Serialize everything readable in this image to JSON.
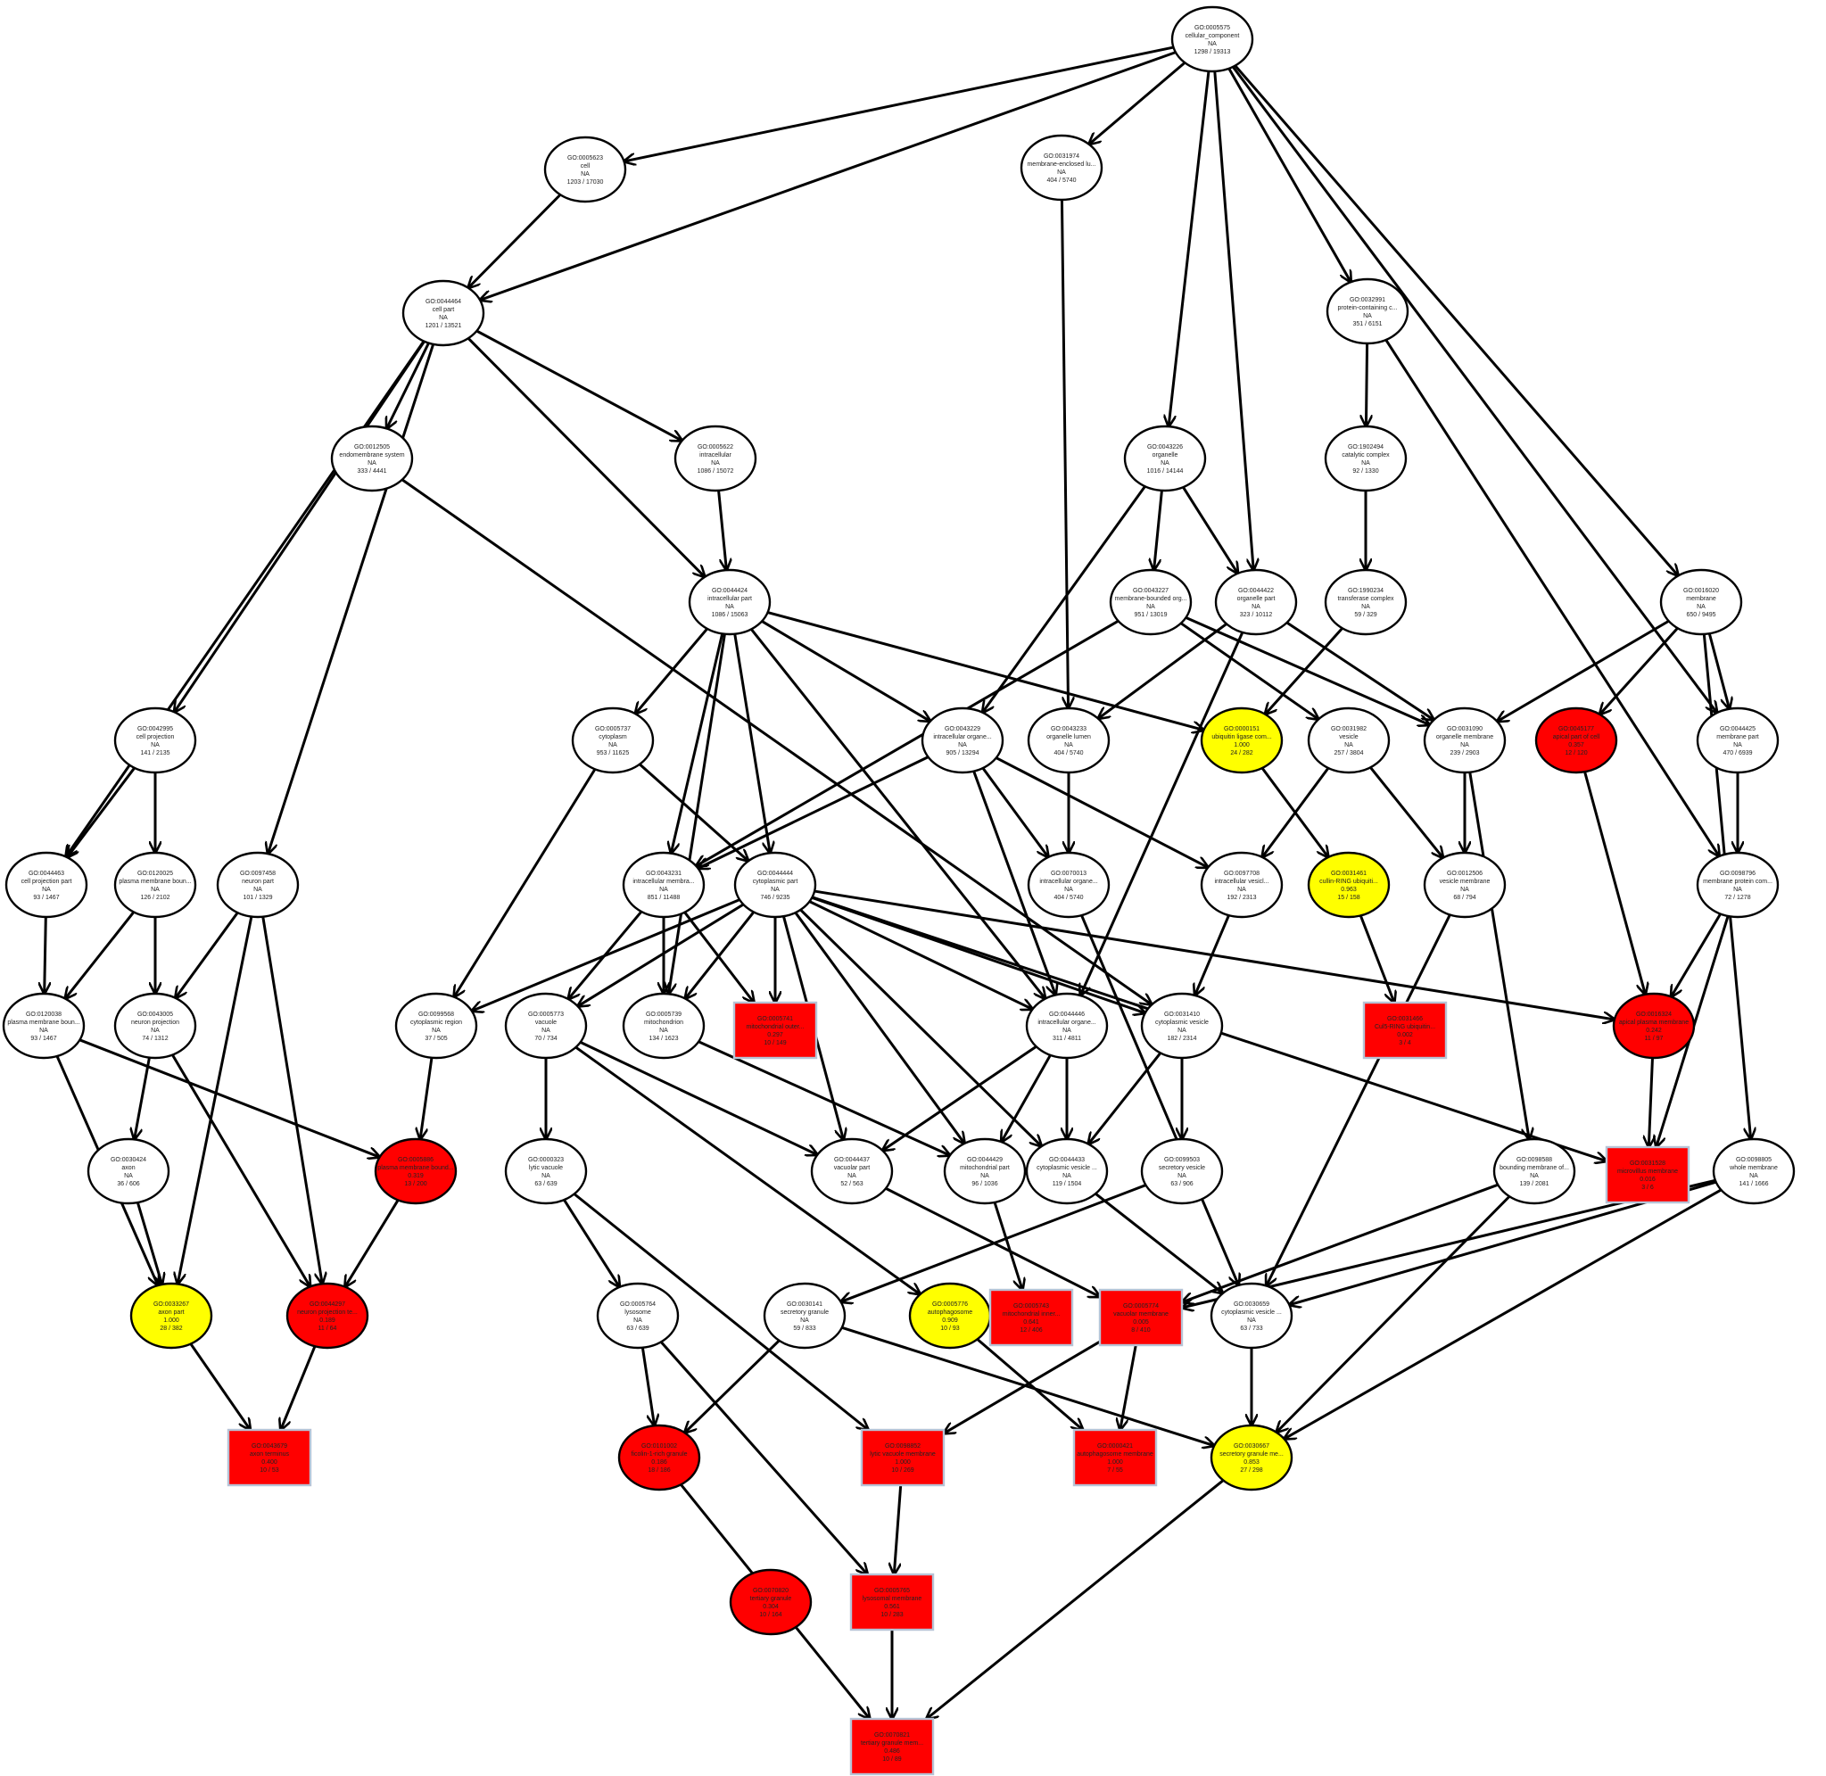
{
  "colors": {
    "white_node": "#ffffff",
    "yellow_node": "#ffff00",
    "red_node": "#ff0000",
    "edge": "#000000",
    "box_border": "#b7c3d6"
  },
  "nodes": [
    {
      "id": "n0005575",
      "shape": "ellipse",
      "color": "white",
      "lines": [
        "GO:0005575",
        "cellular_component",
        "NA",
        "1298 / 19313"
      ]
    },
    {
      "id": "n0005623",
      "shape": "ellipse",
      "color": "white",
      "lines": [
        "GO:0005623",
        "cell",
        "NA",
        "1203 / 17030"
      ]
    },
    {
      "id": "n0031974",
      "shape": "ellipse",
      "color": "white",
      "lines": [
        "GO:0031974",
        "membrane-enclosed lu...",
        "NA",
        "404 / 5740"
      ]
    },
    {
      "id": "n0044464",
      "shape": "ellipse",
      "color": "white",
      "lines": [
        "GO:0044464",
        "cell part",
        "NA",
        "1201 / 13521"
      ]
    },
    {
      "id": "n0032991",
      "shape": "ellipse",
      "color": "white",
      "lines": [
        "GO:0032991",
        "protein-containing c...",
        "NA",
        "351 / 6151"
      ]
    },
    {
      "id": "n0012505",
      "shape": "ellipse",
      "color": "white",
      "lines": [
        "GO:0012505",
        "endomembrane system",
        "NA",
        "333 / 4441"
      ]
    },
    {
      "id": "n0005622",
      "shape": "ellipse",
      "color": "white",
      "lines": [
        "GO:0005622",
        "intracellular",
        "NA",
        "1086 / 15072"
      ]
    },
    {
      "id": "n0043226",
      "shape": "ellipse",
      "color": "white",
      "lines": [
        "GO:0043226",
        "organelle",
        "NA",
        "1016 / 14144"
      ]
    },
    {
      "id": "n1902494",
      "shape": "ellipse",
      "color": "white",
      "lines": [
        "GO:1902494",
        "catalytic complex",
        "NA",
        "92 / 1330"
      ]
    },
    {
      "id": "n0044424",
      "shape": "ellipse",
      "color": "white",
      "lines": [
        "GO:0044424",
        "intracellular part",
        "NA",
        "1086 / 15063"
      ]
    },
    {
      "id": "n0043227",
      "shape": "ellipse",
      "color": "white",
      "lines": [
        "GO:0043227",
        "membrane-bounded org...",
        "NA",
        "951 / 13019"
      ]
    },
    {
      "id": "n0044422",
      "shape": "ellipse",
      "color": "white",
      "lines": [
        "GO:0044422",
        "organelle part",
        "NA",
        "323 / 10112"
      ]
    },
    {
      "id": "n1990234",
      "shape": "ellipse",
      "color": "white",
      "lines": [
        "GO:1990234",
        "transferase complex",
        "NA",
        "59 / 329"
      ]
    },
    {
      "id": "n0016020",
      "shape": "ellipse",
      "color": "white",
      "lines": [
        "GO:0016020",
        "membrane",
        "NA",
        "650 / 9495"
      ]
    },
    {
      "id": "n0042995",
      "shape": "ellipse",
      "color": "white",
      "lines": [
        "GO:0042995",
        "cell projection",
        "NA",
        "141 / 2135"
      ]
    },
    {
      "id": "n0005737",
      "shape": "ellipse",
      "color": "white",
      "lines": [
        "GO:0005737",
        "cytoplasm",
        "NA",
        "953 / 11625"
      ]
    },
    {
      "id": "n0043229",
      "shape": "ellipse",
      "color": "white",
      "lines": [
        "GO:0043229",
        "intracellular organe...",
        "NA",
        "905 / 13294"
      ]
    },
    {
      "id": "n0043233",
      "shape": "ellipse",
      "color": "white",
      "lines": [
        "GO:0043233",
        "organelle lumen",
        "NA",
        "404 / 5740"
      ]
    },
    {
      "id": "n0000151",
      "shape": "ellipse",
      "color": "yellow",
      "lines": [
        "GO:0000151",
        "ubiquitin ligase com...",
        "1.000",
        "24 / 282"
      ]
    },
    {
      "id": "n0031982",
      "shape": "ellipse",
      "color": "white",
      "lines": [
        "GO:0031982",
        "vesicle",
        "NA",
        "257 / 3804"
      ]
    },
    {
      "id": "n0031090",
      "shape": "ellipse",
      "color": "white",
      "lines": [
        "GO:0031090",
        "organelle membrane",
        "NA",
        "239 / 2903"
      ]
    },
    {
      "id": "n0045177",
      "shape": "ellipse",
      "color": "red",
      "lines": [
        "GO:0045177",
        "apical part of cell",
        "0.357",
        "12 / 120"
      ]
    },
    {
      "id": "n0044425",
      "shape": "ellipse",
      "color": "white",
      "lines": [
        "GO:0044425",
        "membrane part",
        "NA",
        "470 / 6939"
      ]
    },
    {
      "id": "n0044463",
      "shape": "ellipse",
      "color": "white",
      "lines": [
        "GO:0044463",
        "cell projection part",
        "NA",
        "93 / 1467"
      ]
    },
    {
      "id": "n0120025",
      "shape": "ellipse",
      "color": "white",
      "lines": [
        "GO:0120025",
        "plasma membrane boun...",
        "NA",
        "126 / 2102"
      ]
    },
    {
      "id": "n0097458",
      "shape": "ellipse",
      "color": "white",
      "lines": [
        "GO:0097458",
        "neuron part",
        "NA",
        "101 / 1329"
      ]
    },
    {
      "id": "n0043231",
      "shape": "ellipse",
      "color": "white",
      "lines": [
        "GO:0043231",
        "intracellular membra...",
        "NA",
        "851 / 11488"
      ]
    },
    {
      "id": "n0044444",
      "shape": "ellipse",
      "color": "white",
      "lines": [
        "GO:0044444",
        "cytoplasmic part",
        "NA",
        "746 / 9235"
      ]
    },
    {
      "id": "n0070013",
      "shape": "ellipse",
      "color": "white",
      "lines": [
        "GO:0070013",
        "intracellular organe...",
        "NA",
        "404 / 5740"
      ]
    },
    {
      "id": "n0097708",
      "shape": "ellipse",
      "color": "white",
      "lines": [
        "GO:0097708",
        "intracellular vesicl...",
        "NA",
        "192 / 2313"
      ]
    },
    {
      "id": "n0031461",
      "shape": "ellipse",
      "color": "yellow",
      "lines": [
        "GO:0031461",
        "cullin-RING ubiquiti...",
        "0.963",
        "15 / 158"
      ]
    },
    {
      "id": "n0012506",
      "shape": "ellipse",
      "color": "white",
      "lines": [
        "GO:0012506",
        "vesicle membrane",
        "NA",
        "68 / 794"
      ]
    },
    {
      "id": "n0098796",
      "shape": "ellipse",
      "color": "white",
      "lines": [
        "GO:0098796",
        "membrane protein com...",
        "NA",
        "72 / 1278"
      ]
    },
    {
      "id": "n0120038",
      "shape": "ellipse",
      "color": "white",
      "lines": [
        "GO:0120038",
        "plasma membrane boun...",
        "NA",
        "93 / 1467"
      ]
    },
    {
      "id": "n0043005",
      "shape": "ellipse",
      "color": "white",
      "lines": [
        "GO:0043005",
        "neuron projection",
        "NA",
        "74 / 1312"
      ]
    },
    {
      "id": "n0099568",
      "shape": "ellipse",
      "color": "white",
      "lines": [
        "GO:0099568",
        "cytoplasmic region",
        "NA",
        "37 / 505"
      ]
    },
    {
      "id": "n0005773",
      "shape": "ellipse",
      "color": "white",
      "lines": [
        "GO:0005773",
        "vacuole",
        "NA",
        "70 / 734"
      ]
    },
    {
      "id": "n0005739",
      "shape": "ellipse",
      "color": "white",
      "lines": [
        "GO:0005739",
        "mitochondrion",
        "NA",
        "134 / 1623"
      ]
    },
    {
      "id": "n0005741",
      "shape": "box",
      "color": "red",
      "lines": [
        "GO:0005741",
        "mitochondrial outer...",
        "0.297",
        "10 / 149"
      ]
    },
    {
      "id": "n0044446",
      "shape": "ellipse",
      "color": "white",
      "lines": [
        "GO:0044446",
        "intracellular organe...",
        "NA",
        "311 / 4811"
      ]
    },
    {
      "id": "n0031410",
      "shape": "ellipse",
      "color": "white",
      "lines": [
        "GO:0031410",
        "cytoplasmic vesicle",
        "NA",
        "182 / 2314"
      ]
    },
    {
      "id": "n0031466",
      "shape": "box",
      "color": "red",
      "lines": [
        "GO:0031466",
        "Cul5-RING ubiquitin...",
        "0.002",
        "3 / 4"
      ]
    },
    {
      "id": "n0016324",
      "shape": "ellipse",
      "color": "red",
      "lines": [
        "GO:0016324",
        "apical plasma membrane",
        "0.242",
        "11 / 97"
      ]
    },
    {
      "id": "n0030424",
      "shape": "ellipse",
      "color": "white",
      "lines": [
        "GO:0030424",
        "axon",
        "NA",
        "36 / 606"
      ]
    },
    {
      "id": "n0005886",
      "shape": "ellipse",
      "color": "red",
      "lines": [
        "GO:0005886",
        "plasma membrane bound...",
        "0.319",
        "13 / 200"
      ]
    },
    {
      "id": "n0000323",
      "shape": "ellipse",
      "color": "white",
      "lines": [
        "GO:0000323",
        "lytic vacuole",
        "NA",
        "63 / 639"
      ]
    },
    {
      "id": "n0044437",
      "shape": "ellipse",
      "color": "white",
      "lines": [
        "GO:0044437",
        "vacuolar part",
        "NA",
        "52 / 563"
      ]
    },
    {
      "id": "n0044429",
      "shape": "ellipse",
      "color": "white",
      "lines": [
        "GO:0044429",
        "mitochondrial part",
        "NA",
        "96 / 1036"
      ]
    },
    {
      "id": "n0044433",
      "shape": "ellipse",
      "color": "white",
      "lines": [
        "GO:0044433",
        "cytoplasmic vesicle ...",
        "NA",
        "119 / 1504"
      ]
    },
    {
      "id": "n0099503",
      "shape": "ellipse",
      "color": "white",
      "lines": [
        "GO:0099503",
        "secretory vesicle",
        "NA",
        "63 / 906"
      ]
    },
    {
      "id": "n0098588",
      "shape": "ellipse",
      "color": "white",
      "lines": [
        "GO:0098588",
        "bounding membrane of...",
        "NA",
        "139 / 2081"
      ]
    },
    {
      "id": "n0031528",
      "shape": "box",
      "color": "red",
      "lines": [
        "GO:0031528",
        "microvillus membrane",
        "0.016",
        "3 / 6"
      ]
    },
    {
      "id": "n0098805",
      "shape": "ellipse",
      "color": "white",
      "lines": [
        "GO:0098805",
        "whole membrane",
        "NA",
        "141 / 1666"
      ]
    },
    {
      "id": "n0033267",
      "shape": "ellipse",
      "color": "yellow",
      "lines": [
        "GO:0033267",
        "axon part",
        "1.000",
        "28 / 382"
      ]
    },
    {
      "id": "n0044297",
      "shape": "ellipse",
      "color": "red",
      "lines": [
        "GO:0044297",
        "neuron projection te...",
        "0.189",
        "11 / 64"
      ]
    },
    {
      "id": "n0005764",
      "shape": "ellipse",
      "color": "white",
      "lines": [
        "GO:0005764",
        "lysosome",
        "NA",
        "63 / 639"
      ]
    },
    {
      "id": "n0030141",
      "shape": "ellipse",
      "color": "white",
      "lines": [
        "GO:0030141",
        "secretory granule",
        "NA",
        "59 / 833"
      ]
    },
    {
      "id": "n0005776",
      "shape": "ellipse",
      "color": "yellow",
      "lines": [
        "GO:0005776",
        "autophagosome",
        "0.909",
        "10 / 93"
      ]
    },
    {
      "id": "n0005743",
      "shape": "box",
      "color": "red",
      "lines": [
        "GO:0005743",
        "mitochondrial inner...",
        "0.641",
        "12 / 406"
      ]
    },
    {
      "id": "n0005774",
      "shape": "box",
      "color": "red",
      "lines": [
        "GO:0005774",
        "vacuolar membrane",
        "0.005",
        "8 / 410"
      ]
    },
    {
      "id": "n0030659",
      "shape": "ellipse",
      "color": "white",
      "lines": [
        "GO:0030659",
        "cytoplasmic vesicle ...",
        "NA",
        "63 / 733"
      ]
    },
    {
      "id": "n0043679",
      "shape": "box",
      "color": "red",
      "lines": [
        "GO:0043679",
        "axon terminus",
        "0.400",
        "10 / 53"
      ]
    },
    {
      "id": "n0101002",
      "shape": "ellipse",
      "color": "red",
      "lines": [
        "GO:0101002",
        "ficolin-1-rich granule",
        "0.186",
        "18 / 186"
      ]
    },
    {
      "id": "n0098852",
      "shape": "box",
      "color": "red",
      "lines": [
        "GO:0098852",
        "lytic vacuole membrane",
        "1.000",
        "10 / 269"
      ]
    },
    {
      "id": "n0000421",
      "shape": "box",
      "color": "red",
      "lines": [
        "GO:0000421",
        "autophagosome membrane",
        "1.000",
        "7 / 55"
      ]
    },
    {
      "id": "n0030667",
      "shape": "ellipse",
      "color": "yellow",
      "lines": [
        "GO:0030667",
        "secretory granule me...",
        "0.853",
        "27 / 298"
      ]
    },
    {
      "id": "n0070820",
      "shape": "ellipse",
      "color": "red",
      "lines": [
        "GO:0070820",
        "tertiary granule",
        "0.304",
        "10 / 164"
      ]
    },
    {
      "id": "n0005765",
      "shape": "box",
      "color": "red",
      "lines": [
        "GO:0005765",
        "lysosomal membrane",
        "0.561",
        "10 / 283"
      ]
    },
    {
      "id": "n0070821",
      "shape": "box",
      "color": "red",
      "lines": [
        "GO:0070821",
        "tertiary granule mem...",
        "0.486",
        "10 / 89"
      ]
    }
  ],
  "edges": [
    [
      "n0005575",
      "n0005623"
    ],
    [
      "n0005575",
      "n0044464"
    ],
    [
      "n0005575",
      "n0031974"
    ],
    [
      "n0005575",
      "n0032991"
    ],
    [
      "n0005575",
      "n0043226"
    ],
    [
      "n0005575",
      "n0044422"
    ],
    [
      "n0005575",
      "n0016020"
    ],
    [
      "n0005575",
      "n0044425"
    ],
    [
      "n0005623",
      "n0044464"
    ],
    [
      "n0044464",
      "n0044463"
    ],
    [
      "n0044464",
      "n0042995"
    ],
    [
      "n0044464",
      "n0097458"
    ],
    [
      "n0044464",
      "n0012505"
    ],
    [
      "n0044464",
      "n0005622"
    ],
    [
      "n0044464",
      "n0044424"
    ],
    [
      "n0031974",
      "n0043233"
    ],
    [
      "n0032991",
      "n1902494"
    ],
    [
      "n0032991",
      "n0098796"
    ],
    [
      "n1902494",
      "n1990234"
    ],
    [
      "n1990234",
      "n0000151"
    ],
    [
      "n0012505",
      "n0031410"
    ],
    [
      "n0005622",
      "n0044424"
    ],
    [
      "n0043226",
      "n0043227"
    ],
    [
      "n0043226",
      "n0044422"
    ],
    [
      "n0043226",
      "n0043229"
    ],
    [
      "n0043227",
      "n0031982"
    ],
    [
      "n0043227",
      "n0031090"
    ],
    [
      "n0043227",
      "n0043231"
    ],
    [
      "n0044422",
      "n0043233"
    ],
    [
      "n0044422",
      "n0044446"
    ],
    [
      "n0044422",
      "n0031090"
    ],
    [
      "n0044424",
      "n0005737"
    ],
    [
      "n0044424",
      "n0043229"
    ],
    [
      "n0044424",
      "n0044444"
    ],
    [
      "n0044424",
      "n0044446"
    ],
    [
      "n0044424",
      "n0000151"
    ],
    [
      "n0044424",
      "n0043231"
    ],
    [
      "n0044424",
      "n0005739"
    ],
    [
      "n0016020",
      "n0031090"
    ],
    [
      "n0016020",
      "n0045177"
    ],
    [
      "n0016020",
      "n0044425"
    ],
    [
      "n0016020",
      "n0098805"
    ],
    [
      "n0042995",
      "n0044463"
    ],
    [
      "n0042995",
      "n0120025"
    ],
    [
      "n0005737",
      "n0099568"
    ],
    [
      "n0005737",
      "n0044444"
    ],
    [
      "n0043229",
      "n0043231"
    ],
    [
      "n0043229",
      "n0070013"
    ],
    [
      "n0043229",
      "n0097708"
    ],
    [
      "n0043229",
      "n0044446"
    ],
    [
      "n0043233",
      "n0070013"
    ],
    [
      "n0000151",
      "n0031461"
    ],
    [
      "n0031982",
      "n0097708"
    ],
    [
      "n0031982",
      "n0012506"
    ],
    [
      "n0031090",
      "n0012506"
    ],
    [
      "n0031090",
      "n0098588"
    ],
    [
      "n0045177",
      "n0016324"
    ],
    [
      "n0044425",
      "n0098796"
    ],
    [
      "n0044463",
      "n0120038"
    ],
    [
      "n0120025",
      "n0120038"
    ],
    [
      "n0120025",
      "n0043005"
    ],
    [
      "n0097458",
      "n0043005"
    ],
    [
      "n0097458",
      "n0033267"
    ],
    [
      "n0097458",
      "n0044297"
    ],
    [
      "n0043231",
      "n0005773"
    ],
    [
      "n0043231",
      "n0005739"
    ],
    [
      "n0043231",
      "n0005741"
    ],
    [
      "n0044444",
      "n0099568"
    ],
    [
      "n0044444",
      "n0005773"
    ],
    [
      "n0044444",
      "n0005739"
    ],
    [
      "n0044444",
      "n0005741"
    ],
    [
      "n0044444",
      "n0044446"
    ],
    [
      "n0044444",
      "n0031410"
    ],
    [
      "n0044444",
      "n0044437"
    ],
    [
      "n0044444",
      "n0044429"
    ],
    [
      "n0044444",
      "n0044433"
    ],
    [
      "n0044444",
      "n0016324"
    ],
    [
      "n0044444",
      "n0031528"
    ],
    [
      "n0070013",
      "n0030659"
    ],
    [
      "n0097708",
      "n0031410"
    ],
    [
      "n0031461",
      "n0031466"
    ],
    [
      "n0012506",
      "n0030659"
    ],
    [
      "n0098796",
      "n0016324"
    ],
    [
      "n0098796",
      "n0031528"
    ],
    [
      "n0120038",
      "n0005886"
    ],
    [
      "n0120038",
      "n0033267"
    ],
    [
      "n0043005",
      "n0030424"
    ],
    [
      "n0043005",
      "n0044297"
    ],
    [
      "n0099568",
      "n0005886"
    ],
    [
      "n0005773",
      "n0000323"
    ],
    [
      "n0005773",
      "n0044437"
    ],
    [
      "n0005773",
      "n0005776"
    ],
    [
      "n0005739",
      "n0044429"
    ],
    [
      "n0044446",
      "n0044437"
    ],
    [
      "n0044446",
      "n0044429"
    ],
    [
      "n0044446",
      "n0044433"
    ],
    [
      "n0031410",
      "n0044433"
    ],
    [
      "n0031410",
      "n0099503"
    ],
    [
      "n0016324",
      "n0031528"
    ],
    [
      "n0030424",
      "n0033267"
    ],
    [
      "n0005886",
      "n0044297"
    ],
    [
      "n0000323",
      "n0005764"
    ],
    [
      "n0000323",
      "n0098852"
    ],
    [
      "n0044437",
      "n0005774"
    ],
    [
      "n0044429",
      "n0005743"
    ],
    [
      "n0044433",
      "n0030659"
    ],
    [
      "n0099503",
      "n0030141"
    ],
    [
      "n0098588",
      "n0005774"
    ],
    [
      "n0098588",
      "n0030667"
    ],
    [
      "n0098805",
      "n0005774"
    ],
    [
      "n0098805",
      "n0030659"
    ],
    [
      "n0098805",
      "n0030667"
    ],
    [
      "n0033267",
      "n0043679"
    ],
    [
      "n0044297",
      "n0043679"
    ],
    [
      "n0005764",
      "n0101002"
    ],
    [
      "n0005764",
      "n0005765"
    ],
    [
      "n0030141",
      "n0030667"
    ],
    [
      "n0030141",
      "n0101002"
    ],
    [
      "n0005776",
      "n0000421"
    ],
    [
      "n0005774",
      "n0098852"
    ],
    [
      "n0005774",
      "n0000421"
    ],
    [
      "n0030659",
      "n0030667"
    ],
    [
      "n0098852",
      "n0005765"
    ],
    [
      "n0101002",
      "n0070821"
    ],
    [
      "n0005765",
      "n0070821"
    ],
    [
      "n0030667",
      "n0070821"
    ]
  ]
}
